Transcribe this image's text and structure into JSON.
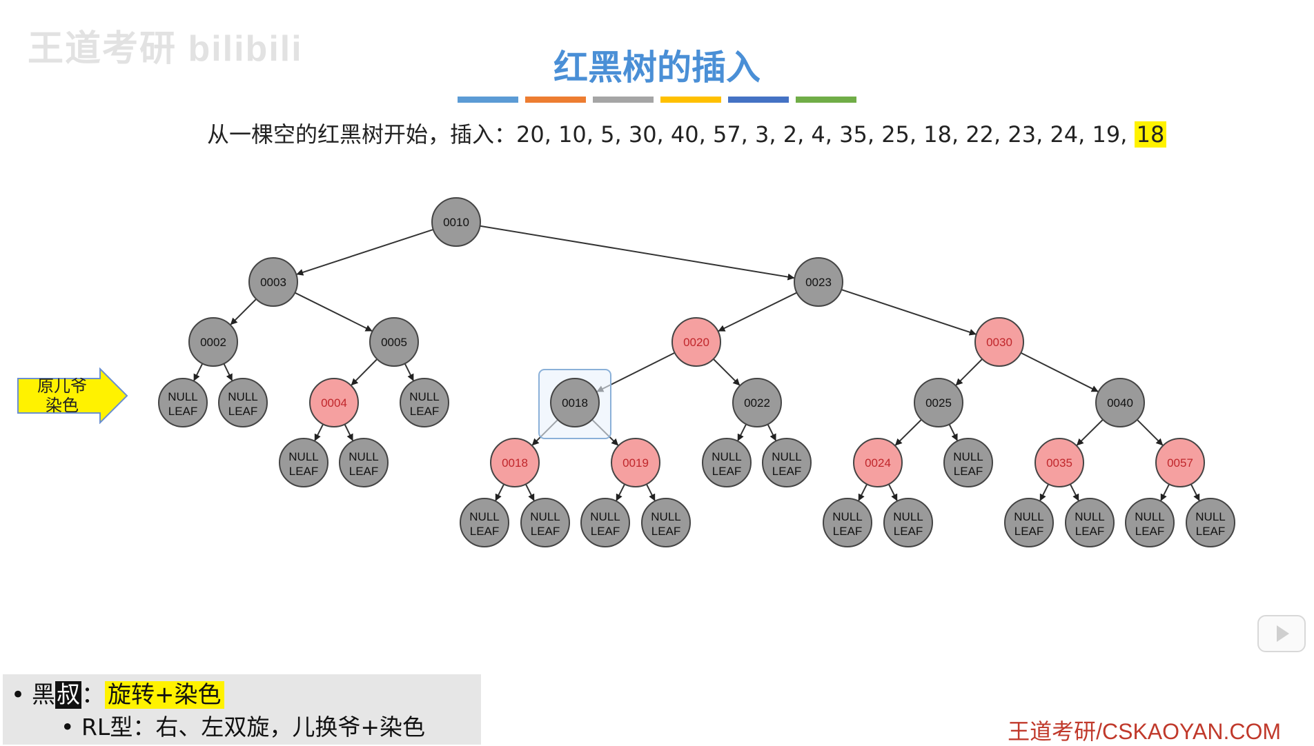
{
  "watermark": "王道考研 bilibili",
  "title": "红黑树的插入",
  "color_bars": [
    "#5b9bd5",
    "#ed7d31",
    "#a5a5a5",
    "#ffc000",
    "#4472c4",
    "#70ad47"
  ],
  "sequence": {
    "prefix": "从一棵空的红黑树开始，插入：20, 10, 5, 30, 40, 57, 3, 2, 4, 35, 25, 18, 22, 23, 24, 19, ",
    "highlight": "18"
  },
  "callout": {
    "line1": "原儿爷",
    "line2": "染色"
  },
  "tree": {
    "nodes": [
      {
        "id": "n10",
        "label": "0010",
        "color": "black"
      },
      {
        "id": "n3",
        "label": "0003",
        "color": "black"
      },
      {
        "id": "n23",
        "label": "0023",
        "color": "black"
      },
      {
        "id": "n2",
        "label": "0002",
        "color": "black"
      },
      {
        "id": "n5",
        "label": "0005",
        "color": "black"
      },
      {
        "id": "n20",
        "label": "0020",
        "color": "red"
      },
      {
        "id": "n30",
        "label": "0030",
        "color": "red"
      },
      {
        "id": "n4",
        "label": "0004",
        "color": "red"
      },
      {
        "id": "n18",
        "label": "0018",
        "color": "black",
        "highlight": true
      },
      {
        "id": "n22",
        "label": "0022",
        "color": "black"
      },
      {
        "id": "n25",
        "label": "0025",
        "color": "black"
      },
      {
        "id": "n40",
        "label": "0040",
        "color": "black"
      },
      {
        "id": "n18b",
        "label": "0018",
        "color": "red"
      },
      {
        "id": "n19",
        "label": "0019",
        "color": "red"
      },
      {
        "id": "n24",
        "label": "0024",
        "color": "red"
      },
      {
        "id": "n35",
        "label": "0035",
        "color": "red"
      },
      {
        "id": "n57",
        "label": "0057",
        "color": "red"
      }
    ],
    "null_leaf_label": [
      "NULL",
      "LEAF"
    ]
  },
  "notes": {
    "line1_pre": "黑",
    "line1_inv": "叔",
    "line1_colon": "：",
    "line1_hl": "旋转+染色",
    "line2": "RL型：右、左双旋，儿换爷+染色",
    "bullet1": "•",
    "bullet2": "•"
  },
  "footer": "王道考研/CSKAOYAN.COM",
  "colors": {
    "black_node": "#9a9a9a",
    "red_node": "#f5a0a0",
    "red_text": "#c0262b",
    "edge": "#333333"
  }
}
